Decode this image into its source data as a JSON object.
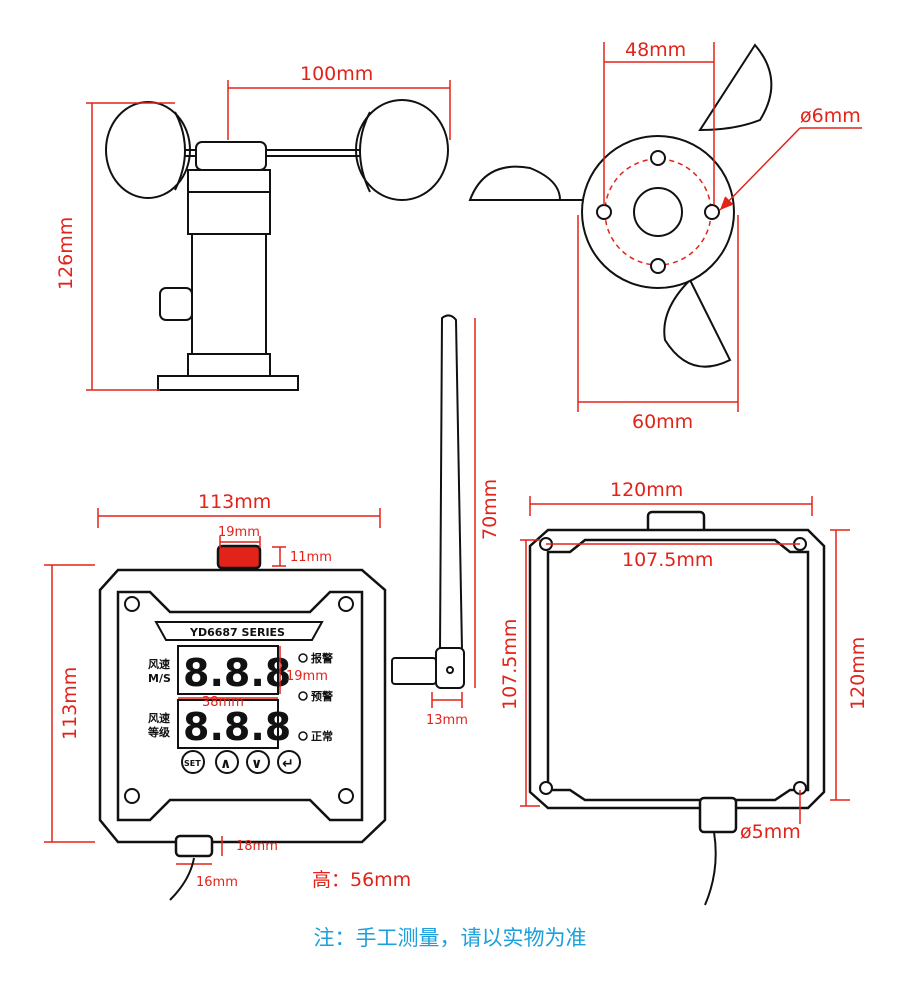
{
  "dimensions": {
    "cup_arm_length": "100mm",
    "sensor_height": "126mm",
    "hole_spacing": "48mm",
    "hole_diameter": "ø6mm",
    "base_diameter": "60mm",
    "box_width": "113mm",
    "box_height": "113mm",
    "button_width": "19mm",
    "button_height": "11mm",
    "antenna_length": "70mm",
    "antenna_width": "13mm",
    "display_height": "19mm",
    "display_width": "38mm",
    "gland_height": "18mm",
    "gland_width": "16mm",
    "box_depth": "高：56mm",
    "back_width": "120mm",
    "back_hole_spacing_h": "107.5mm",
    "back_hole_spacing_v": "107.5mm",
    "back_height": "120mm",
    "mount_hole_diameter": "ø5mm"
  },
  "panel": {
    "series": "YD6687 SERIES",
    "wind_speed_line1": "风速",
    "wind_speed_line2": "M/S",
    "wind_level_line1": "风速",
    "wind_level_line2": "等级",
    "alarm_label": "报警",
    "warning_label": "预警",
    "normal_label": "正常",
    "set_button": "SET",
    "up_symbol": "∧",
    "down_symbol": "∨",
    "enter_symbol": "↵",
    "display_top": "8.8.8",
    "display_bottom": "8.8.8"
  },
  "note": "注：手工测量，请以实物为准",
  "colors": {
    "dimension": "#e2231a",
    "note": "#1aa0dc",
    "outline": "#111111",
    "cap": "#e2231a"
  }
}
